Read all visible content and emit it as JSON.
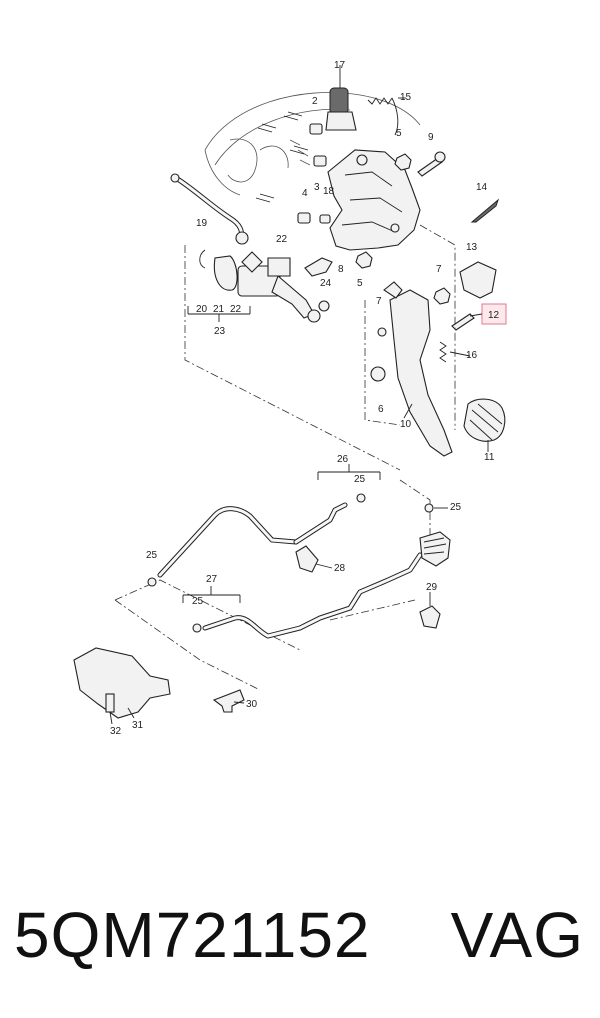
{
  "diagram": {
    "callouts": [
      "2",
      "3",
      "4",
      "5",
      "5",
      "6",
      "7",
      "7",
      "8",
      "9",
      "10",
      "11",
      "12",
      "13",
      "14",
      "15",
      "16",
      "17",
      "18",
      "19",
      "20",
      "21",
      "22",
      "22",
      "23",
      "24",
      "25",
      "25",
      "25",
      "25",
      "26",
      "27",
      "28",
      "29",
      "30",
      "31",
      "32"
    ],
    "highlighted_callout": "12",
    "colors": {
      "highlight_fill": "#fde8ec",
      "highlight_stroke": "#e07a8e",
      "ink": "#222222"
    }
  },
  "footer": {
    "part_number": "5QM721152",
    "brand": "VAG"
  }
}
